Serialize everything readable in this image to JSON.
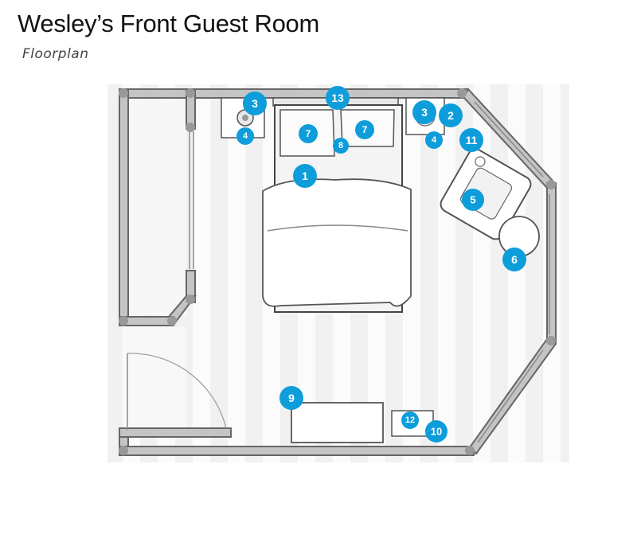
{
  "header": {
    "title": "Wesley’s Front Guest Room",
    "subtitle": "Floorplan"
  },
  "colors": {
    "marker": "#0d9ddb",
    "marker_text": "#ffffff",
    "wall": "#6f6f6f",
    "wall_fill": "#bdbdbd",
    "stripe": "#ededed",
    "floor": "#fafafa"
  },
  "markers": [
    "1",
    "2",
    "3",
    "3",
    "4",
    "4",
    "5",
    "6",
    "7",
    "7",
    "8",
    "9",
    "10",
    "11",
    "12",
    "13"
  ]
}
